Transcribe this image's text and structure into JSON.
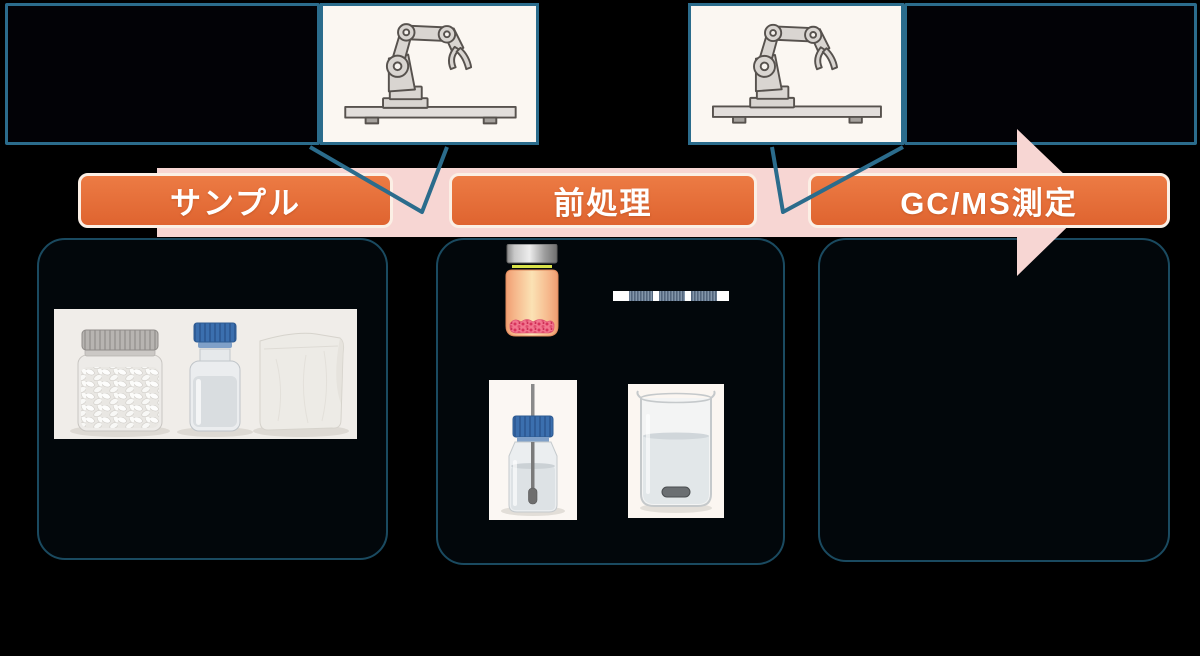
{
  "steps": [
    {
      "label": "サンプル"
    },
    {
      "label": "前処理"
    },
    {
      "label": "GC/MS測定"
    }
  ],
  "colors": {
    "accent_orange": "#DF6430",
    "banner_outline": "#FBEFE5",
    "arrow_pink": "#F7D6D3",
    "callout_border": "#2B6C8C",
    "card_border": "#1A4A60",
    "panel_cream": "#FBF7F2",
    "background": "#000000",
    "text_white": "#FFFFFF"
  },
  "icons": {
    "robot_left": "robot-arm-icon",
    "robot_right": "robot-arm-icon",
    "vial": "sample-vial-icon",
    "strip": "striped-column-icon",
    "samples_photo": "sample-containers-photo",
    "bottle_probe_photo": "reagent-bottle-probe-photo",
    "beaker_photo": "beaker-photo"
  }
}
